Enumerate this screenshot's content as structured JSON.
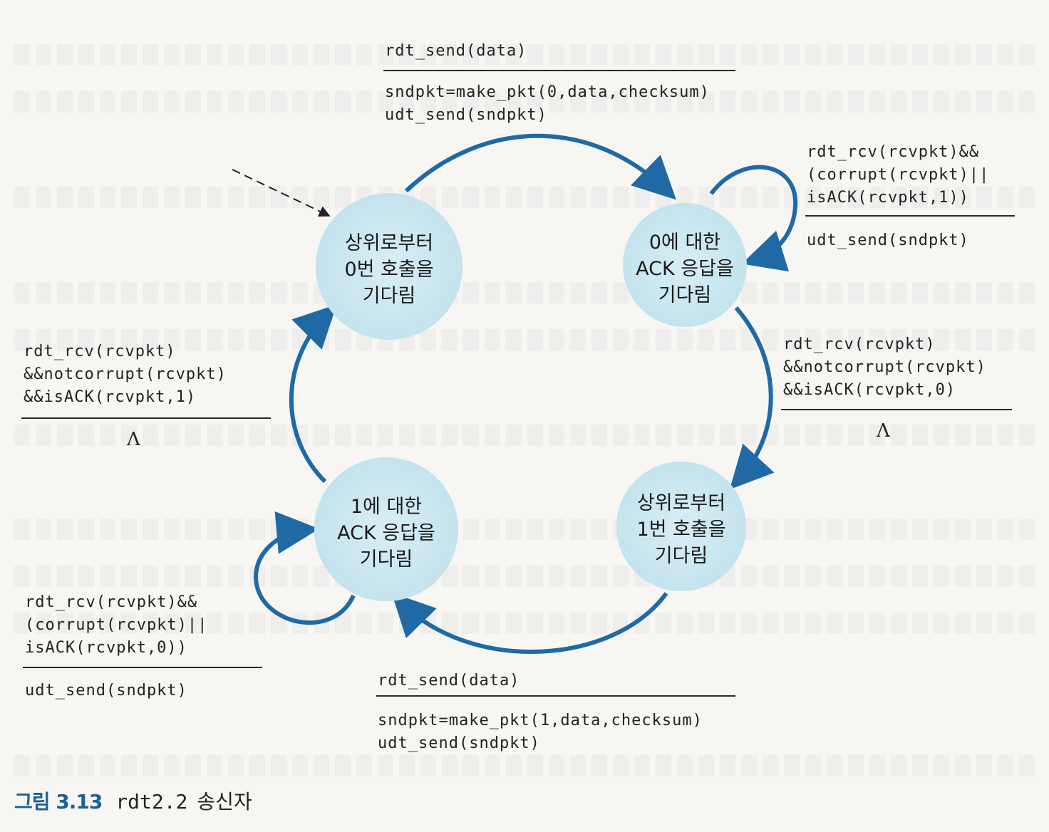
{
  "states": {
    "wait_call_0": [
      "상위로부터",
      "0번 호출을",
      "기다림"
    ],
    "wait_ack_0": [
      "0에 대한",
      "ACK 응답을",
      "기다림"
    ],
    "wait_call_1": [
      "상위로부터",
      "1번 호출을",
      "기다림"
    ],
    "wait_ack_1": [
      "1에 대한",
      "ACK 응답을",
      "기다림"
    ]
  },
  "transitions": {
    "send_0": {
      "event": "rdt_send(data)",
      "actions": "sndpkt=make_pkt(0,data,checksum)\nudt_send(sndpkt)"
    },
    "resend_0": {
      "event": "rdt_rcv(rcvpkt)&&\n(corrupt(rcvpkt)||\nisACK(rcvpkt,1))",
      "actions": "udt_send(sndpkt)"
    },
    "ack_0": {
      "event": "rdt_rcv(rcvpkt)\n&&notcorrupt(rcvpkt)\n&&isACK(rcvpkt,0)",
      "actions": "Λ"
    },
    "send_1": {
      "event": "rdt_send(data)",
      "actions": "sndpkt=make_pkt(1,data,checksum)\nudt_send(sndpkt)"
    },
    "resend_1": {
      "event": "rdt_rcv(rcvpkt)&&\n(corrupt(rcvpkt)||\nisACK(rcvpkt,0))",
      "actions": "udt_send(sndpkt)"
    },
    "ack_1": {
      "event": "rdt_rcv(rcvpkt)\n&&notcorrupt(rcvpkt)\n&&isACK(rcvpkt,1)",
      "actions": "Λ"
    }
  },
  "caption": {
    "label": "그림 3.13",
    "code": "rdt2.2",
    "title": "송신자"
  },
  "colors": {
    "state_fill": "#cfe9f1",
    "arrow": "#1f6aa5"
  }
}
